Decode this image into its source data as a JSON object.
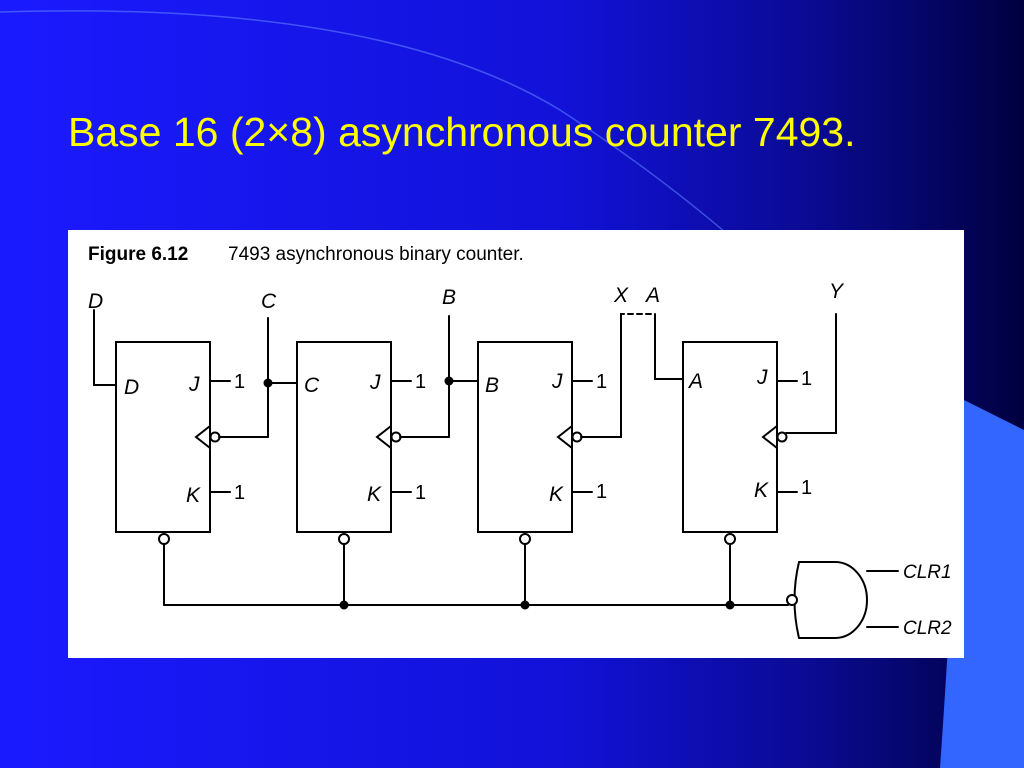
{
  "slide": {
    "title": "Base 16 (2×8) asynchronous counter 7493.",
    "colors": {
      "background_left": "#1a1aff",
      "background_right": "#000040",
      "accent_shape": "#3366ff",
      "title_text": "#ffff00",
      "figure_background": "#ffffff",
      "figure_ink": "#000000"
    }
  },
  "figure": {
    "caption_number": "Figure 6.12",
    "caption_text": "7493 asynchronous binary counter.",
    "inputs": {
      "d": "D",
      "c": "C",
      "b": "B",
      "x": "X",
      "a": "A",
      "y": "Y"
    },
    "flipflops": [
      {
        "q": "D",
        "j": "J",
        "k": "K",
        "j_value": "1",
        "k_value": "1"
      },
      {
        "q": "C",
        "j": "J",
        "k": "K",
        "j_value": "1",
        "k_value": "1"
      },
      {
        "q": "B",
        "j": "J",
        "k": "K",
        "j_value": "1",
        "k_value": "1"
      },
      {
        "q": "A",
        "j": "J",
        "k": "K",
        "j_value": "1",
        "k_value": "1"
      }
    ],
    "clear_inputs": [
      "CLR1",
      "CLR2"
    ]
  }
}
